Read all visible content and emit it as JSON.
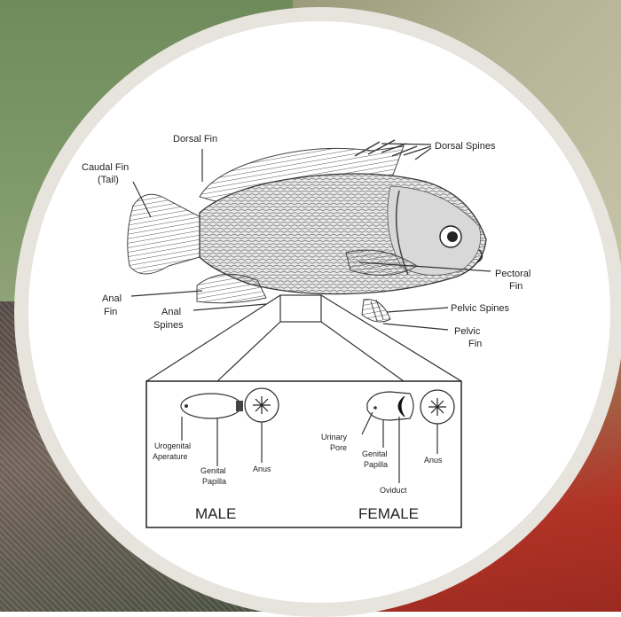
{
  "labels": {
    "dorsal_fin": "Dorsal Fin",
    "dorsal_spines": "Dorsal Spines",
    "caudal_fin_1": "Caudal Fin",
    "caudal_fin_2": "(Tail)",
    "pectoral_fin_1": "Pectoral",
    "pectoral_fin_2": "Fin",
    "anal_fin_1": "Anal",
    "anal_fin_2": "Fin",
    "anal_spines_1": "Anal",
    "anal_spines_2": "Spines",
    "pelvic_spines": "Pelvic Spines",
    "pelvic_fin_1": "Pelvic",
    "pelvic_fin_2": "Fin"
  },
  "inset": {
    "male": {
      "title": "MALE",
      "urogenital_1": "Urogenital",
      "urogenital_2": "Aperature",
      "genital_1": "Genital",
      "genital_2": "Papilla",
      "anus": "Anus"
    },
    "female": {
      "title": "FEMALE",
      "urinary_1": "Urinary",
      "urinary_2": "Pore",
      "genital_1": "Genital",
      "genital_2": "Papilla",
      "oviduct": "Oviduct",
      "anus": "Anus"
    }
  },
  "icons": [
    "fish-illustration",
    "anus-star-icon",
    "oviduct-crescent-icon"
  ]
}
